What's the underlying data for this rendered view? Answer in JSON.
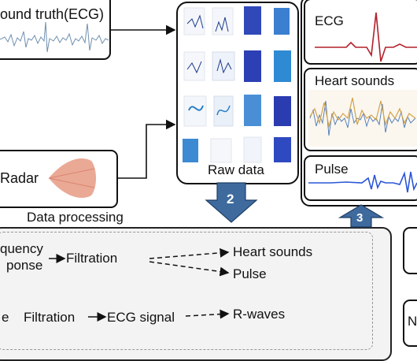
{
  "sources": {
    "ground_truth_label": "ound truth(ECG)",
    "radar_label": "Radar"
  },
  "raw_data": {
    "label": "Raw data"
  },
  "step_labels": {
    "step2": "2",
    "step3": "3"
  },
  "data_processing_label": "Data processing",
  "outputs": {
    "ecg": "ECG",
    "heart_sounds": "Heart sounds",
    "pulse": "Pulse"
  },
  "pipeline_top": {
    "input_line1": "quency",
    "input_line2": "ponse",
    "filtration": "Filtration",
    "out_heart_sounds": "Heart sounds",
    "out_pulse": "Pulse"
  },
  "pipeline_bottom": {
    "input": "e",
    "filtration": "Filtration",
    "ecg_signal": "ECG signal",
    "r_waves": "R-waves"
  },
  "right_edge_label": "N",
  "colors": {
    "arrow_fill": "#3f6a9e",
    "arrow_stroke": "#1f3f66",
    "ecg_red": "#b3202a",
    "pulse_blue": "#2a56d8",
    "heart_gold": "#d3a24a",
    "heart_blue": "#4a78b8",
    "radar_salmon": "#e8a08a",
    "panel_gray": "#f3f3f3"
  }
}
